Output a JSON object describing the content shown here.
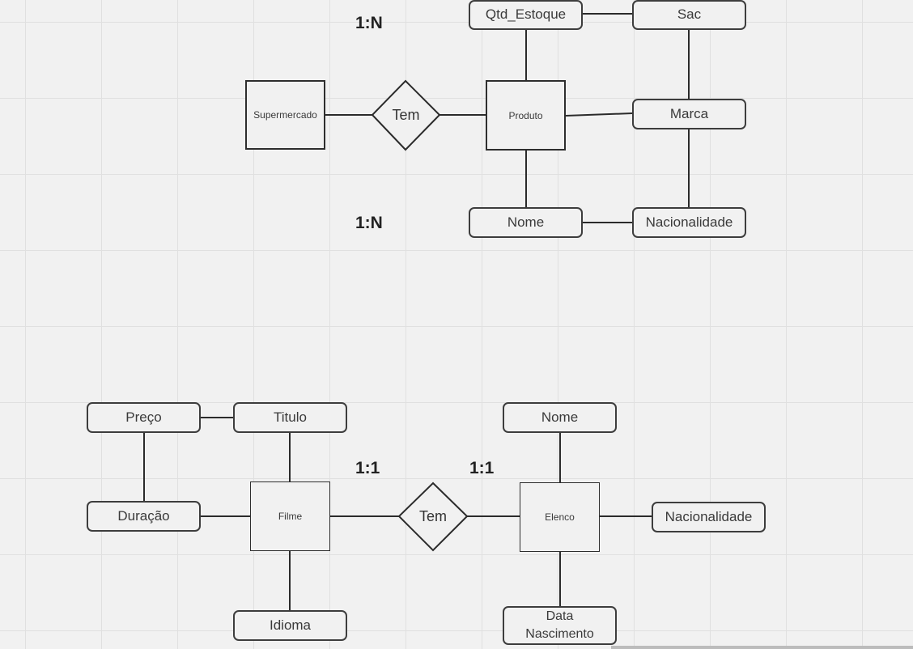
{
  "diagram1": {
    "cardinality_top": "1:N",
    "cardinality_bottom": "1:N",
    "entities": {
      "supermercado": "Supermercado",
      "produto": "Produto"
    },
    "relationship": "Tem",
    "attributes": {
      "qtd_estoque": "Qtd_Estoque",
      "sac": "Sac",
      "marca": "Marca",
      "nome": "Nome",
      "nacionalidade": "Nacionalidade"
    }
  },
  "diagram2": {
    "cardinality_left": "1:1",
    "cardinality_right": "1:1",
    "entities": {
      "filme": "Filme",
      "elenco": "Elenco"
    },
    "relationship": "Tem",
    "attributes": {
      "preco": "Preço",
      "titulo": "Titulo",
      "duracao": "Duração",
      "idioma": "Idioma",
      "nome": "Nome",
      "nacionalidade": "Nacionalidade",
      "data_nascimento": "Data Nascimento"
    }
  }
}
